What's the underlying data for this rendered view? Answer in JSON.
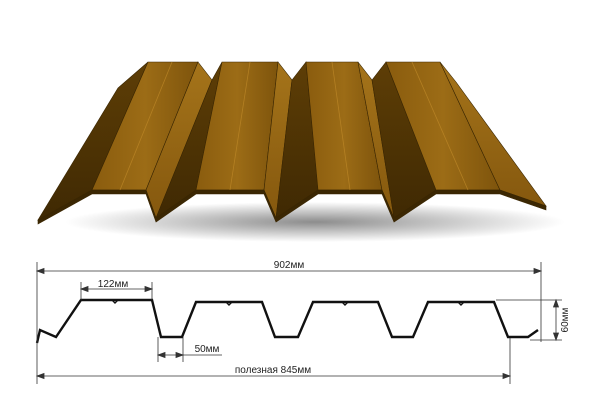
{
  "dimensions": {
    "total_width": "902мм",
    "top_width": "122мм",
    "bottom_width": "50мм",
    "height": "60мм",
    "useful_width": "полезная 845мм"
  },
  "colors": {
    "sheet_light": "#9a6a14",
    "sheet_mid": "#7a520c",
    "sheet_dark": "#4e3304",
    "profile_line": "#111111",
    "dimension_line": "#333333"
  }
}
